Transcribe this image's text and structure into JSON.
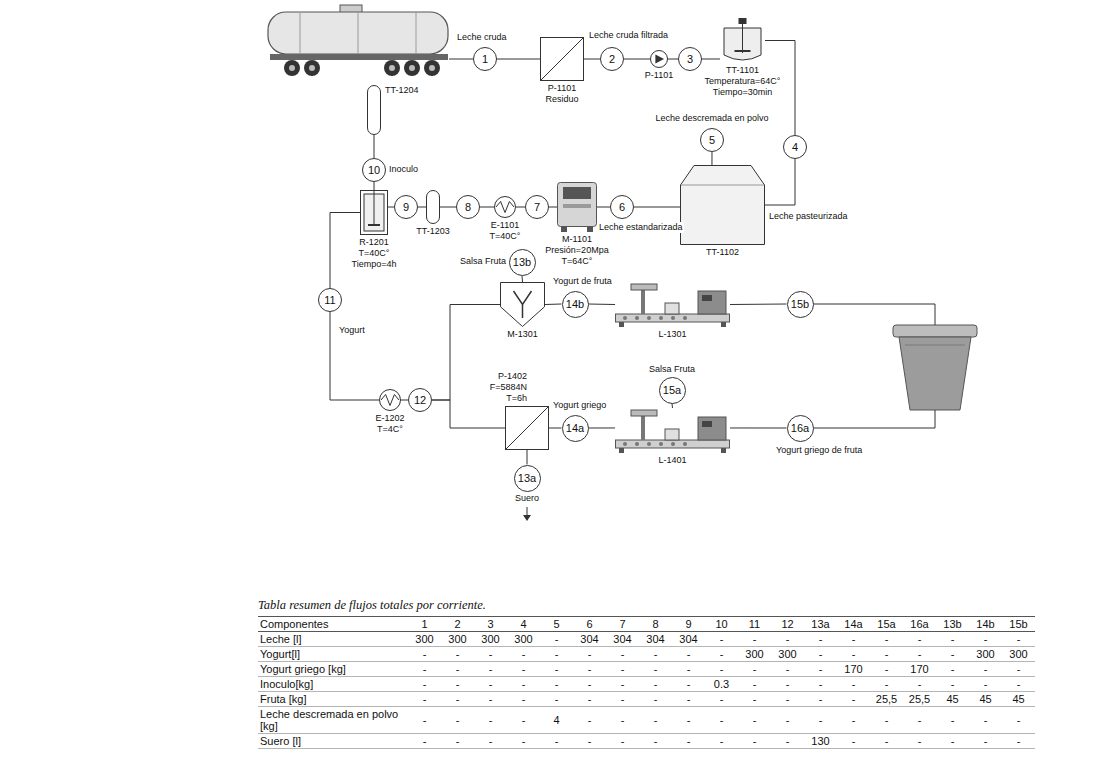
{
  "diagram": {
    "nodes": [
      {
        "text": [
          "1"
        ]
      },
      {
        "text": [
          "P-1101",
          "Residuo"
        ]
      },
      {
        "text": [
          "2"
        ]
      },
      {
        "text": [
          "P-1101"
        ]
      },
      {
        "text": [
          "3"
        ]
      },
      {
        "text": [
          "TT-1101",
          "Temperatura=64C°",
          "Tiempo=30min"
        ]
      },
      {
        "text": [
          "4"
        ]
      },
      {
        "text": [
          "TT-1102"
        ]
      },
      {
        "text": [
          "5"
        ]
      },
      {
        "text": [
          "6"
        ]
      },
      {
        "text": [
          "M-1101",
          "Presión=20Mpa",
          "T=64C°"
        ]
      },
      {
        "text": [
          "7"
        ]
      },
      {
        "text": [
          "E-1101",
          "T=40C°"
        ]
      },
      {
        "text": [
          "8"
        ]
      },
      {
        "text": [
          "TT-1203"
        ]
      },
      {
        "text": [
          "9"
        ]
      },
      {
        "text": [
          "R-1201",
          "T=40C°",
          "Tiempo=4h"
        ]
      },
      {
        "text": [
          "10"
        ]
      },
      {
        "text": [
          "TT-1204"
        ]
      },
      {
        "text": [
          "11"
        ]
      },
      {
        "text": [
          "E-1202",
          "T=4C°"
        ]
      },
      {
        "text": [
          "12"
        ]
      },
      {
        "text": [
          "M-1301"
        ]
      },
      {
        "text": [
          "13b"
        ]
      },
      {
        "text": [
          "14b"
        ]
      },
      {
        "text": [
          "L-1301"
        ]
      },
      {
        "text": [
          "15b"
        ]
      },
      {
        "text": [
          "P-1402",
          "F=5884N",
          "T=6h"
        ]
      },
      {
        "text": [
          "14a"
        ]
      },
      {
        "text": [
          "L-1401"
        ]
      },
      {
        "text": [
          "15a"
        ]
      },
      {
        "text": [
          "16a"
        ]
      },
      {
        "text": [
          "13a"
        ]
      }
    ],
    "edges": [
      {
        "from": 0,
        "to": 1,
        "arrow": "none"
      },
      {
        "from": 1,
        "to": 2,
        "arrow": "none"
      },
      {
        "from": 2,
        "to": 3,
        "arrow": "none"
      },
      {
        "from": 3,
        "to": 4,
        "arrow": "none"
      },
      {
        "from": 4,
        "to": 5,
        "arrow": "none"
      },
      {
        "from": 5,
        "to": 6,
        "arrow": "none"
      },
      {
        "from": 6,
        "to": 7,
        "arrow": "none"
      },
      {
        "from": 8,
        "to": 7,
        "arrow": "none"
      },
      {
        "from": 7,
        "to": 9,
        "arrow": "none"
      },
      {
        "from": 9,
        "to": 10,
        "arrow": "none"
      },
      {
        "from": 10,
        "to": 11,
        "arrow": "none"
      },
      {
        "from": 11,
        "to": 12,
        "arrow": "none"
      },
      {
        "from": 12,
        "to": 13,
        "arrow": "none"
      },
      {
        "from": 13,
        "to": 14,
        "arrow": "none"
      },
      {
        "from": 14,
        "to": 15,
        "arrow": "none"
      },
      {
        "from": 15,
        "to": 16,
        "arrow": "none"
      },
      {
        "from": 18,
        "to": 17,
        "arrow": "none"
      },
      {
        "from": 17,
        "to": 16,
        "arrow": "none"
      },
      {
        "from": 16,
        "to": 19,
        "arrow": "none"
      },
      {
        "from": 19,
        "to": 20,
        "arrow": "none"
      },
      {
        "from": 20,
        "to": 21,
        "arrow": "none"
      },
      {
        "from": 21,
        "to": 22,
        "arrow": "none"
      },
      {
        "from": 21,
        "to": 27,
        "arrow": "none"
      },
      {
        "from": 23,
        "to": 22,
        "arrow": "none"
      },
      {
        "from": 22,
        "to": 24,
        "arrow": "none"
      },
      {
        "from": 24,
        "to": 25,
        "arrow": "none"
      },
      {
        "from": 25,
        "to": 26,
        "arrow": "none"
      },
      {
        "from": 27,
        "to": 28,
        "arrow": "none"
      },
      {
        "from": 28,
        "to": 29,
        "arrow": "none"
      },
      {
        "from": 30,
        "to": 29,
        "arrow": "none"
      },
      {
        "from": 29,
        "to": 31,
        "arrow": "none"
      },
      {
        "from": 27,
        "to": 32,
        "arrow": "none"
      }
    ],
    "labels": [
      "Leche cruda",
      "Leche cruda filtrada",
      "Leche descremada en polvo",
      "Leche pasteurizada",
      "Leche estandarizada",
      "Inoculo",
      "Yogurt",
      "Salsa Fruta",
      "Yogurt de fruta",
      "Yogurt griego",
      "Salsa Fruta",
      "Yogurt griego de fruta",
      "Suero",
      "Tabla resumen de flujos totales por corriente.",
      "Componentes",
      "1",
      "2",
      "3",
      "4",
      "5",
      "6",
      "7",
      "8",
      "9",
      "10",
      "11",
      "12",
      "13a",
      "14a",
      "15a",
      "16a",
      "13b",
      "14b",
      "15b",
      "Leche [l]",
      "300",
      "300",
      "300",
      "300",
      "-",
      "304",
      "304",
      "304",
      "304",
      "-",
      "-",
      "-",
      "-",
      "-",
      "-",
      "-",
      "-",
      "-",
      "-",
      "Yogurt[l]",
      "-",
      "-",
      "-",
      "-",
      "-",
      "-",
      "-",
      "-",
      "-",
      "-",
      "300",
      "300",
      "-",
      "-",
      "-",
      "-",
      "-",
      "300",
      "300",
      "Yogurt griego [kg]",
      "-",
      "-",
      "-",
      "-",
      "-",
      "-",
      "-",
      "-",
      "-",
      "-",
      "-",
      "-",
      "-",
      "170",
      "-",
      "170",
      "-",
      "-",
      "-",
      "Inoculo[kg]",
      "-",
      "-",
      "-",
      "-",
      "-",
      "-",
      "-",
      "-",
      "-",
      "0.3",
      "-",
      "-",
      "-",
      "-",
      "-",
      "-",
      "-",
      "-",
      "-",
      "Fruta [kg]",
      "-",
      "-",
      "-",
      "-",
      "-",
      "-",
      "-",
      "-",
      "-",
      "-",
      "-",
      "-",
      "-",
      "-",
      "25,5",
      "25,5",
      "45",
      "45",
      "45",
      "Leche descremada en polvo [kg]",
      "-",
      "-",
      "-",
      "-",
      "4",
      "-",
      "-",
      "-",
      "-",
      "-",
      "-",
      "-",
      "-",
      "-",
      "-",
      "-",
      "-",
      "-",
      "-",
      "Suero [l]",
      "-",
      "-",
      "-",
      "-",
      "-",
      "-",
      "-",
      "-",
      "-",
      "-",
      "-",
      "-",
      "130",
      "-",
      "-",
      "-",
      "-",
      "-",
      "-"
    ]
  }
}
